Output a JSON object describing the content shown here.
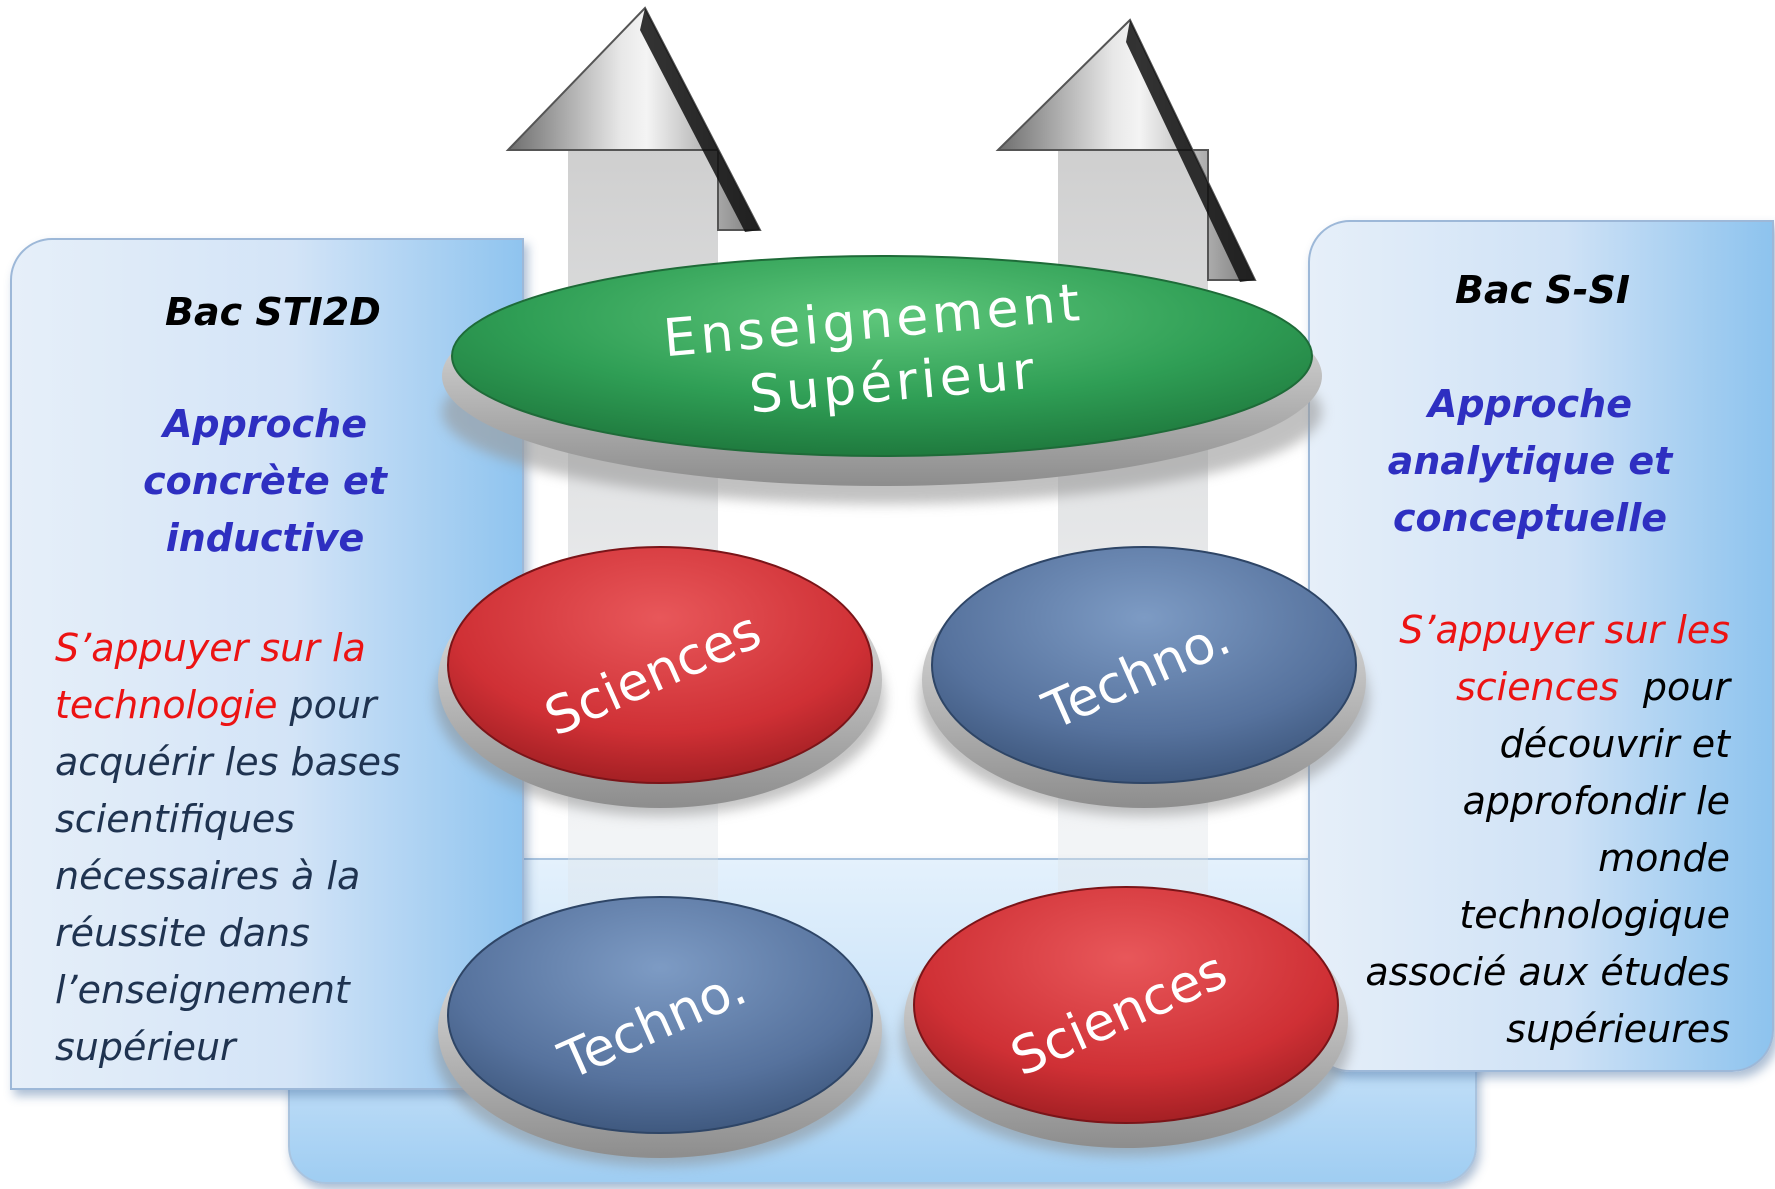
{
  "center": {
    "line1": "Enseignement",
    "line2": "Supérieur"
  },
  "discs": {
    "top_left": "Sciences",
    "top_right": "Techno.",
    "bottom_left": "Techno.",
    "bottom_right": "Sciences"
  },
  "left_panel": {
    "title": "Bac STI2D",
    "approach_lines": [
      "Approche",
      "concrète et",
      "inductive"
    ],
    "desc_red_lines": [
      "S’appuyer sur la",
      "technologie"
    ],
    "desc_rest_first": "pour",
    "desc_lines": [
      "acquérir les bases",
      "scientifiques",
      "nécessaires à la",
      "réussite dans",
      "l’enseignement",
      "supérieur"
    ]
  },
  "right_panel": {
    "title": "Bac S-SI",
    "approach_lines": [
      "Approche",
      "analytique et",
      "conceptuelle"
    ],
    "desc_red_lines": [
      "S’appuyer sur les",
      "sciences"
    ],
    "desc_rest_first": "pour",
    "desc_lines": [
      "découvrir et",
      "approfondir le",
      "monde",
      "technologique",
      "associé aux études",
      "supérieures"
    ]
  },
  "colors": {
    "green": "#3aa05a",
    "red_disc": "#d6393d",
    "blue_disc": "#5a7aa6",
    "approach_text": "#2e2fc1",
    "highlight_red": "#ec1313",
    "body_text": "#1f3350"
  }
}
